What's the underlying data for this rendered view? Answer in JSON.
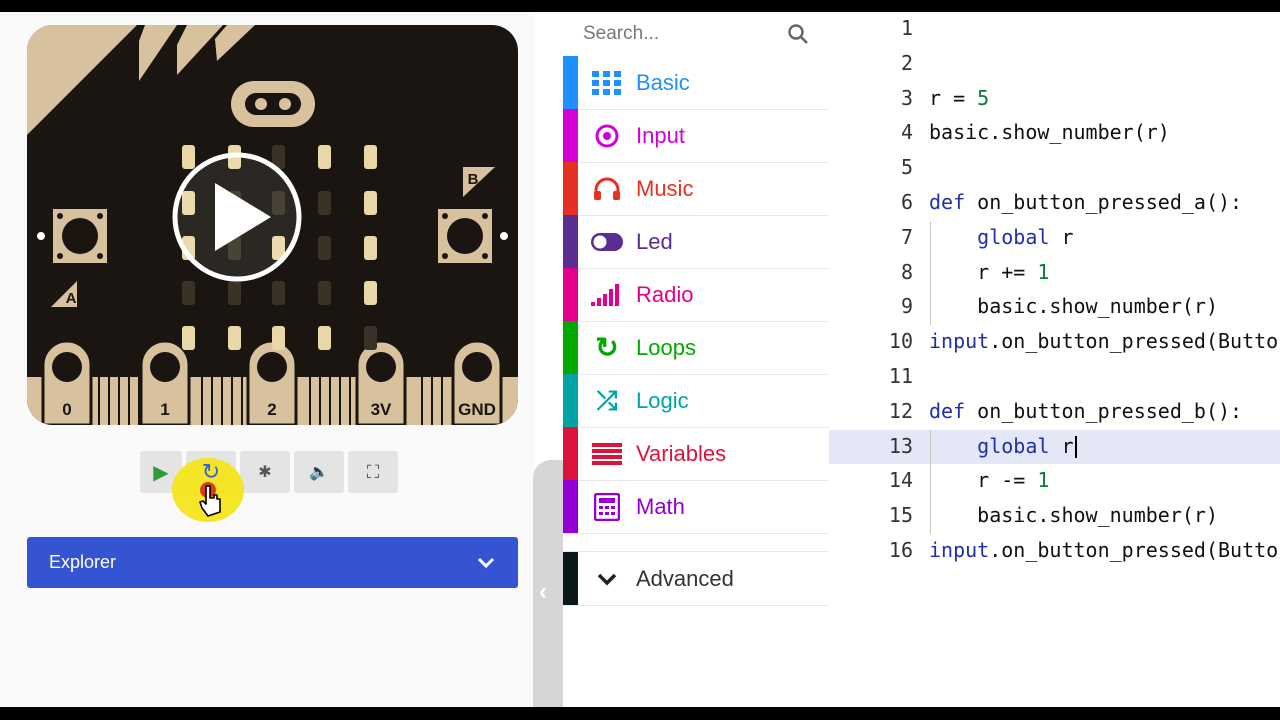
{
  "simulator": {
    "board": {
      "button_a_label": "A",
      "button_b_label": "B",
      "pins": [
        "0",
        "1",
        "2",
        "3V",
        "GND"
      ]
    },
    "toolbar": {
      "buttons": [
        "play-icon",
        "restart-icon",
        "debug-icon",
        "sound-icon",
        "fullscreen-icon"
      ]
    }
  },
  "explorer": {
    "label": "Explorer"
  },
  "toolbox": {
    "search_placeholder": "Search...",
    "categories": [
      {
        "label": "Basic",
        "color": "#1e90ff"
      },
      {
        "label": "Input",
        "color": "#d400d4"
      },
      {
        "label": "Music",
        "color": "#e63022"
      },
      {
        "label": "Led",
        "color": "#5c2d91"
      },
      {
        "label": "Radio",
        "color": "#e3008c"
      },
      {
        "label": "Loops",
        "color": "#00aa00"
      },
      {
        "label": "Logic",
        "color": "#00a4a6"
      },
      {
        "label": "Variables",
        "color": "#dc143c"
      },
      {
        "label": "Math",
        "color": "#9400d3"
      }
    ],
    "advanced_label": "Advanced"
  },
  "editor": {
    "current_line": 13,
    "lines": [
      {
        "n": "1",
        "code": ""
      },
      {
        "n": "2",
        "code": ""
      },
      {
        "n": "3",
        "code": "r = 5"
      },
      {
        "n": "4",
        "code": "basic.show_number(r)"
      },
      {
        "n": "5",
        "code": ""
      },
      {
        "n": "6",
        "code": "def on_button_pressed_a():"
      },
      {
        "n": "7",
        "code": "    global r"
      },
      {
        "n": "8",
        "code": "    r += 1"
      },
      {
        "n": "9",
        "code": "    basic.show_number(r)"
      },
      {
        "n": "10",
        "code": "input.on_button_pressed(Button.A, on_button_pressed_a)"
      },
      {
        "n": "11",
        "code": ""
      },
      {
        "n": "12",
        "code": "def on_button_pressed_b():"
      },
      {
        "n": "13",
        "code": "    global r"
      },
      {
        "n": "14",
        "code": "    r -= 1"
      },
      {
        "n": "15",
        "code": "    basic.show_number(r)"
      },
      {
        "n": "16",
        "code": "input.on_button_pressed(Button.B, on_button_pressed_b)"
      }
    ]
  }
}
